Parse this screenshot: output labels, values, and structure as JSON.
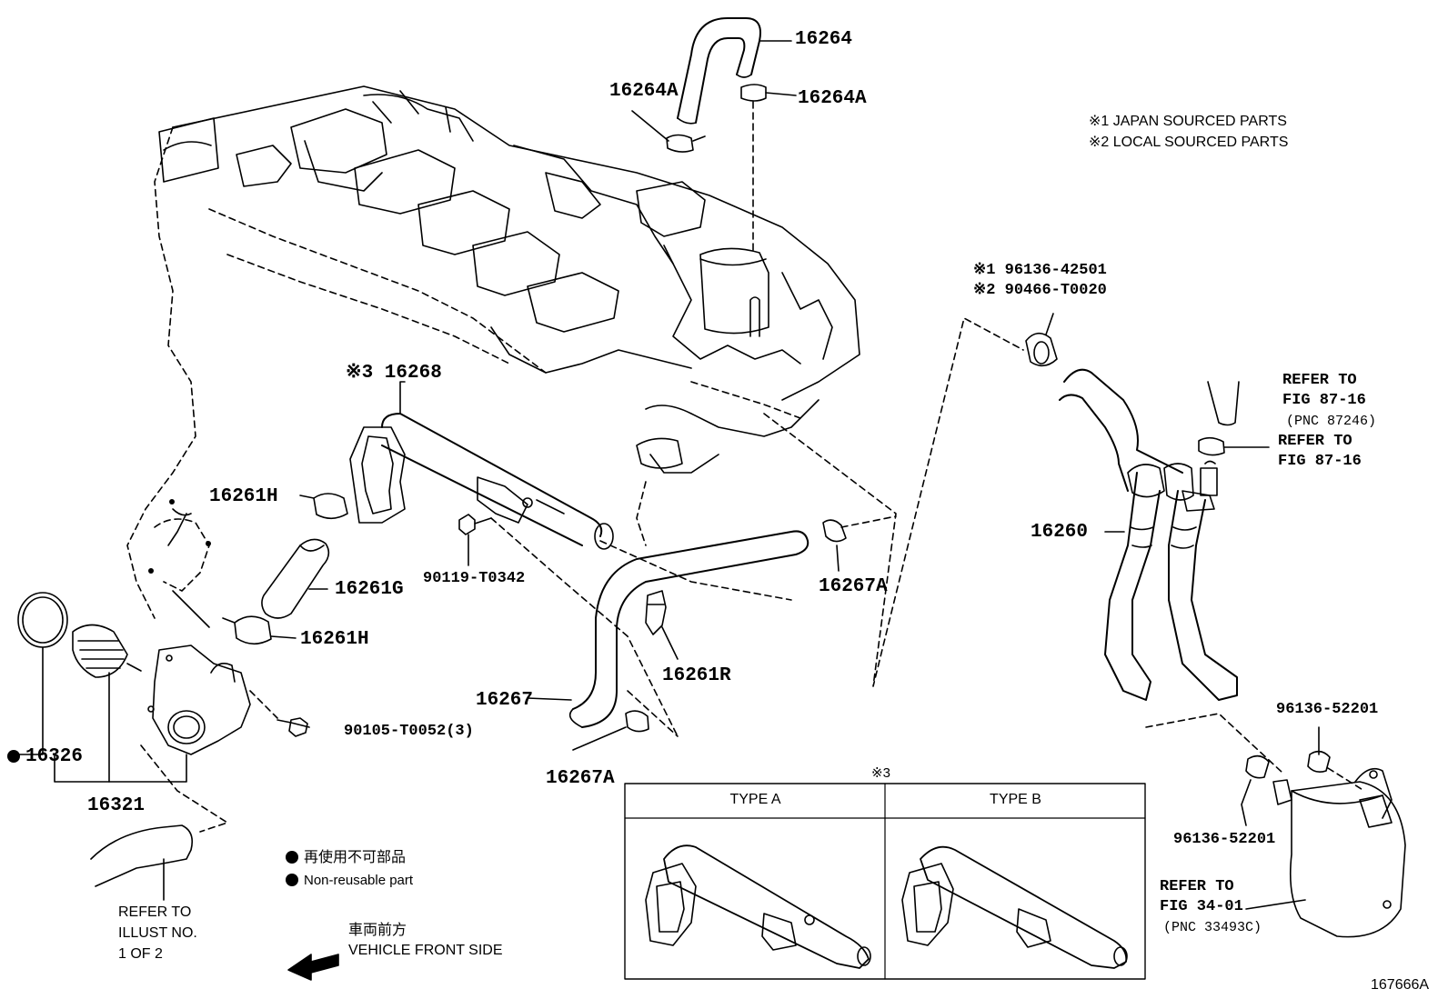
{
  "notes": {
    "n1": "※1 JAPAN SOURCED PARTS",
    "n2": "※2 LOCAL SOURCED PARTS"
  },
  "parts": {
    "p16264": "16264",
    "p16264A_left": "16264A",
    "p16264A_right": "16264A",
    "p16268": "※3 16268",
    "p16261H_top": "16261H",
    "p16261G": "16261G",
    "p16261H_bottom": "16261H",
    "p90119": "90119-T0342",
    "p16267A_right": "16267A",
    "p16261R": "16261R",
    "p16267": "16267",
    "p16267A_bottom": "16267A",
    "p90105": "90105-T0052(3)",
    "p16326": "16326",
    "p16321": "16321",
    "p96136_42501": "※1 96136-42501",
    "p90466": "※2 90466-T0020",
    "p16260": "16260",
    "p96136_52201_a": "96136-52201",
    "p96136_52201_b": "96136-52201"
  },
  "refs": {
    "r1_line1": "REFER TO",
    "r1_line2": "FIG 87-16",
    "r1_line3": "(PNC 87246)",
    "r2_line1": "REFER TO",
    "r2_line2": "FIG 87-16",
    "r3_line1": "REFER TO",
    "r3_line2": "FIG 34-01",
    "r3_line3": "(PNC 33493C)",
    "illust_line1": "REFER TO",
    "illust_line2": "ILLUST NO.",
    "illust_line3": "1 OF 2"
  },
  "legend": {
    "nonreuse_jp": "再使用不可部品",
    "nonreuse_en": "Non-reusable part",
    "front_jp": "車両前方",
    "front_en": "VEHICLE FRONT SIDE"
  },
  "inset": {
    "mark": "※3",
    "type_a": "TYPE A",
    "type_b": "TYPE B"
  },
  "figure_id": "167666A"
}
